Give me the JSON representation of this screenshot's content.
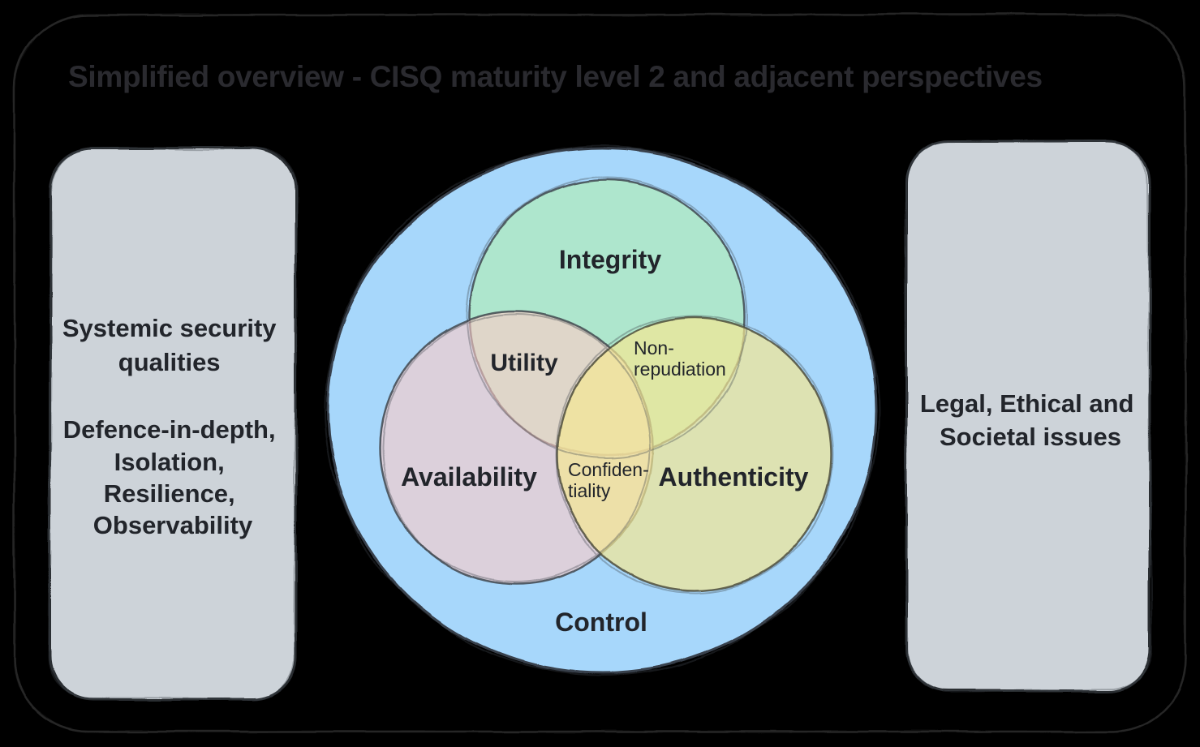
{
  "title": "Simplified overview - CISQ maturity level 2 and adjacent perspectives",
  "left_panel": {
    "lines": [
      "Systemic security",
      "qualities",
      "Defence-in-depth,",
      "Isolation,",
      "Resilience,",
      "Observability"
    ]
  },
  "right_panel": {
    "lines": [
      "Legal, Ethical and",
      "Societal issues"
    ]
  },
  "venn": {
    "outer": {
      "label": "Control",
      "fill": "#a7d7fb"
    },
    "circles": [
      {
        "label": "Integrity",
        "fill": "#b1ecb9"
      },
      {
        "label": "Availability",
        "fill": "#ffcbc7"
      },
      {
        "label": "Authenticity",
        "fill": "#f4e793"
      }
    ],
    "overlaps": [
      {
        "region": "integrity-availability",
        "lines": [
          "Utility"
        ]
      },
      {
        "region": "integrity-authenticity",
        "lines": [
          "Non-",
          "repudiation"
        ]
      },
      {
        "region": "availability-authenticity",
        "lines": [
          "Confiden-",
          "tiality"
        ]
      }
    ]
  },
  "colors": {
    "background": "#000000",
    "frame_stroke": "#272727",
    "panel_fill": "#cdd3d9",
    "panel_stroke": "#2a2d32",
    "circle_stroke": "#40464d",
    "text": "#22252b",
    "title": "#2a2a2f",
    "observed_blends": {
      "control_blue": "#a7d7fb",
      "integrity_on_blue": "#aee6cd",
      "availability_on_blue": "#e0d0dc",
      "authenticity_on_blue": "#dde2b2",
      "utility_overlap": "#ddd6ca",
      "non_repudiation_overlap": "#d6e8ac",
      "confidentiality_overlap": "#ecd9a8"
    }
  }
}
